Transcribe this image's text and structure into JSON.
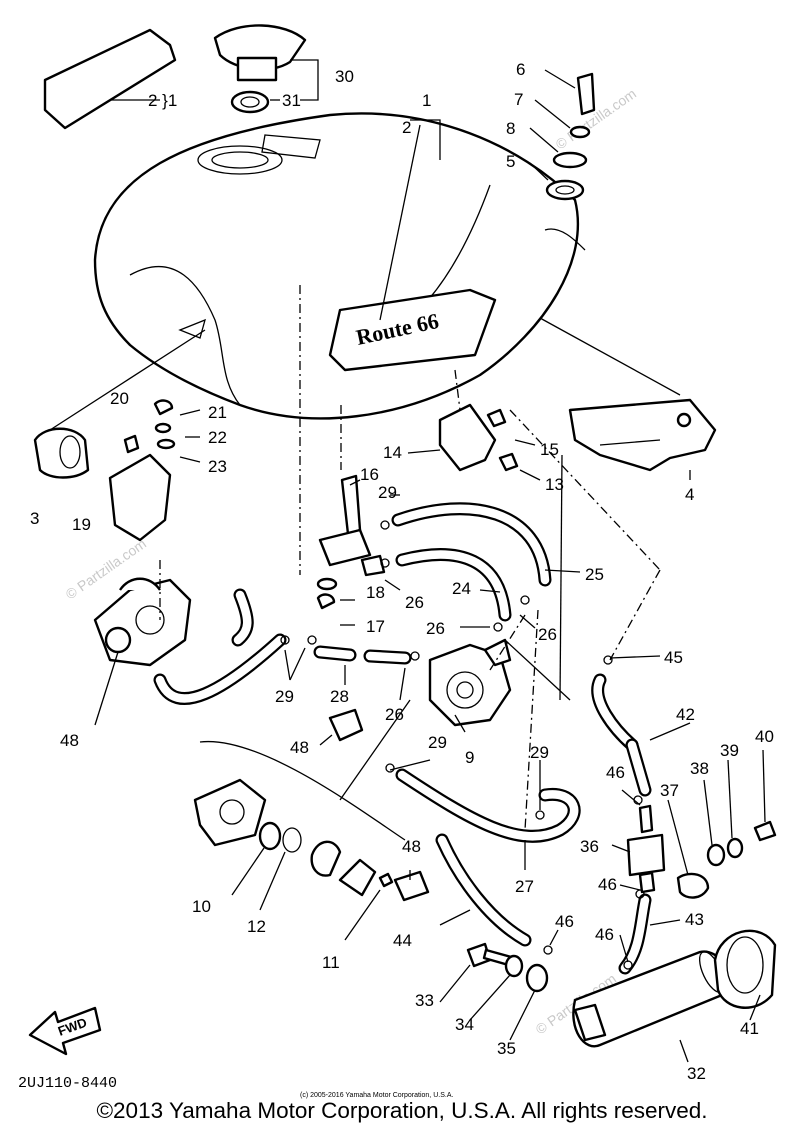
{
  "diagram": {
    "code": "2UJ110-8440",
    "fwd_label": "FWD",
    "tank_badge": "Route 66",
    "small_copyright": "(c) 2005-2016 Yamaha Motor Corporation, U.S.A.",
    "copyright": "©2013 Yamaha Motor Corporation, U.S.A. All rights reserved.",
    "watermark": "© Partzilla.com",
    "callouts": [
      "1",
      "2",
      "2 }1",
      "3",
      "4",
      "5",
      "6",
      "7",
      "8",
      "9",
      "10",
      "11",
      "12",
      "13",
      "14",
      "15",
      "16",
      "17",
      "18",
      "19",
      "20",
      "21",
      "22",
      "23",
      "24",
      "25",
      "26",
      "27",
      "28",
      "29",
      "30",
      "31",
      "32",
      "33",
      "34",
      "35",
      "36",
      "37",
      "38",
      "39",
      "40",
      "41",
      "42",
      "43",
      "44",
      "45",
      "46",
      "48"
    ]
  }
}
